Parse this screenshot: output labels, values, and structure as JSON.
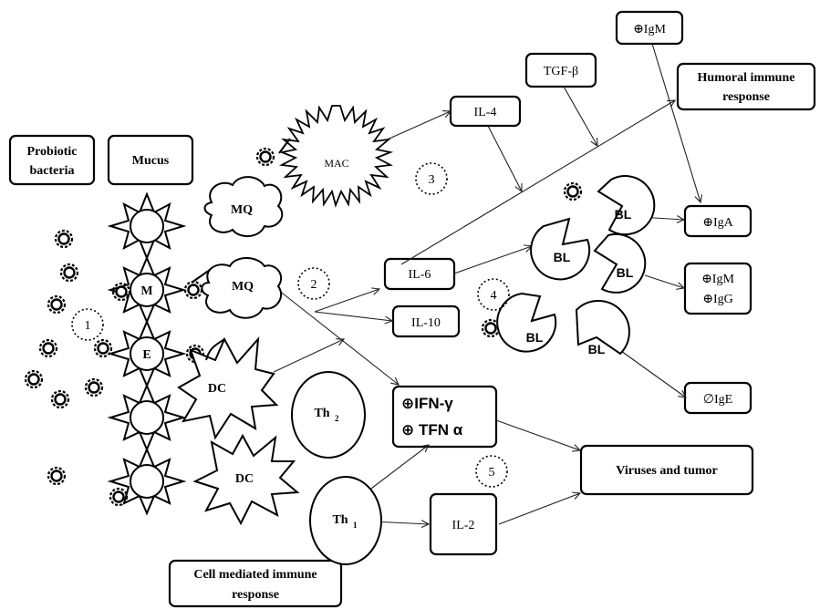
{
  "labels": {
    "probiotic": [
      "Probiotic",
      "bacteria"
    ],
    "mucus": "Mucus",
    "mac": "MAC",
    "mq": "MQ",
    "m": "M",
    "e": "E",
    "dc": "DC",
    "th2": "Th",
    "th2_sub": "2",
    "th1": "Th",
    "th1_sub": "1",
    "bl": "BL",
    "il4": "IL-4",
    "tgf": "TGF-β",
    "igm_top": "⊕IgM",
    "humoral": [
      "Humoral immune",
      "response"
    ],
    "il6": "IL-6",
    "il10": "IL-10",
    "iga": "⊕IgA",
    "igm_igg": [
      "⊕IgM",
      "⊕IgG"
    ],
    "ige": "∅IgE",
    "ifn": [
      "⊕IFN-γ",
      "⊕ TFN α"
    ],
    "viruses": "Viruses and tumor",
    "il2": "IL-2",
    "cell_mediated": [
      "Cell mediated  immune",
      "response"
    ]
  },
  "markers": [
    "1",
    "2",
    "3",
    "4",
    "5"
  ]
}
